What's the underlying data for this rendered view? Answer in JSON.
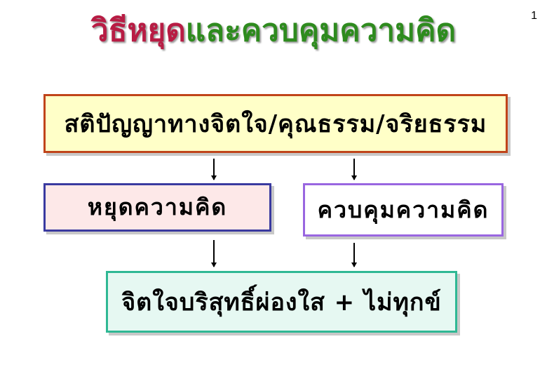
{
  "title": {
    "part1": "วิธีหยุด",
    "part2": "และควบคุมความคิด",
    "part1_color": "#b81c44",
    "part2_color": "#2e8b1e"
  },
  "page_number": "1",
  "diagram": {
    "top_box": {
      "label": "สติปัญญาทางจิตใจ/คุณธรรม/จริยธรรม",
      "fill": "#ffffc8",
      "border": "#c0441a"
    },
    "left_box": {
      "label": "หยุดความคิด",
      "fill": "#fde8e8",
      "border": "#3a3aa0"
    },
    "right_box": {
      "label": "ควบคุมความคิด",
      "fill": "#ffffff",
      "border": "#9966e0"
    },
    "bottom_box": {
      "label": "จิตใจบริสุทธิ์ผ่องใส + ไม่ทุกข์",
      "fill": "#e6f8f2",
      "border": "#2fb894"
    }
  }
}
